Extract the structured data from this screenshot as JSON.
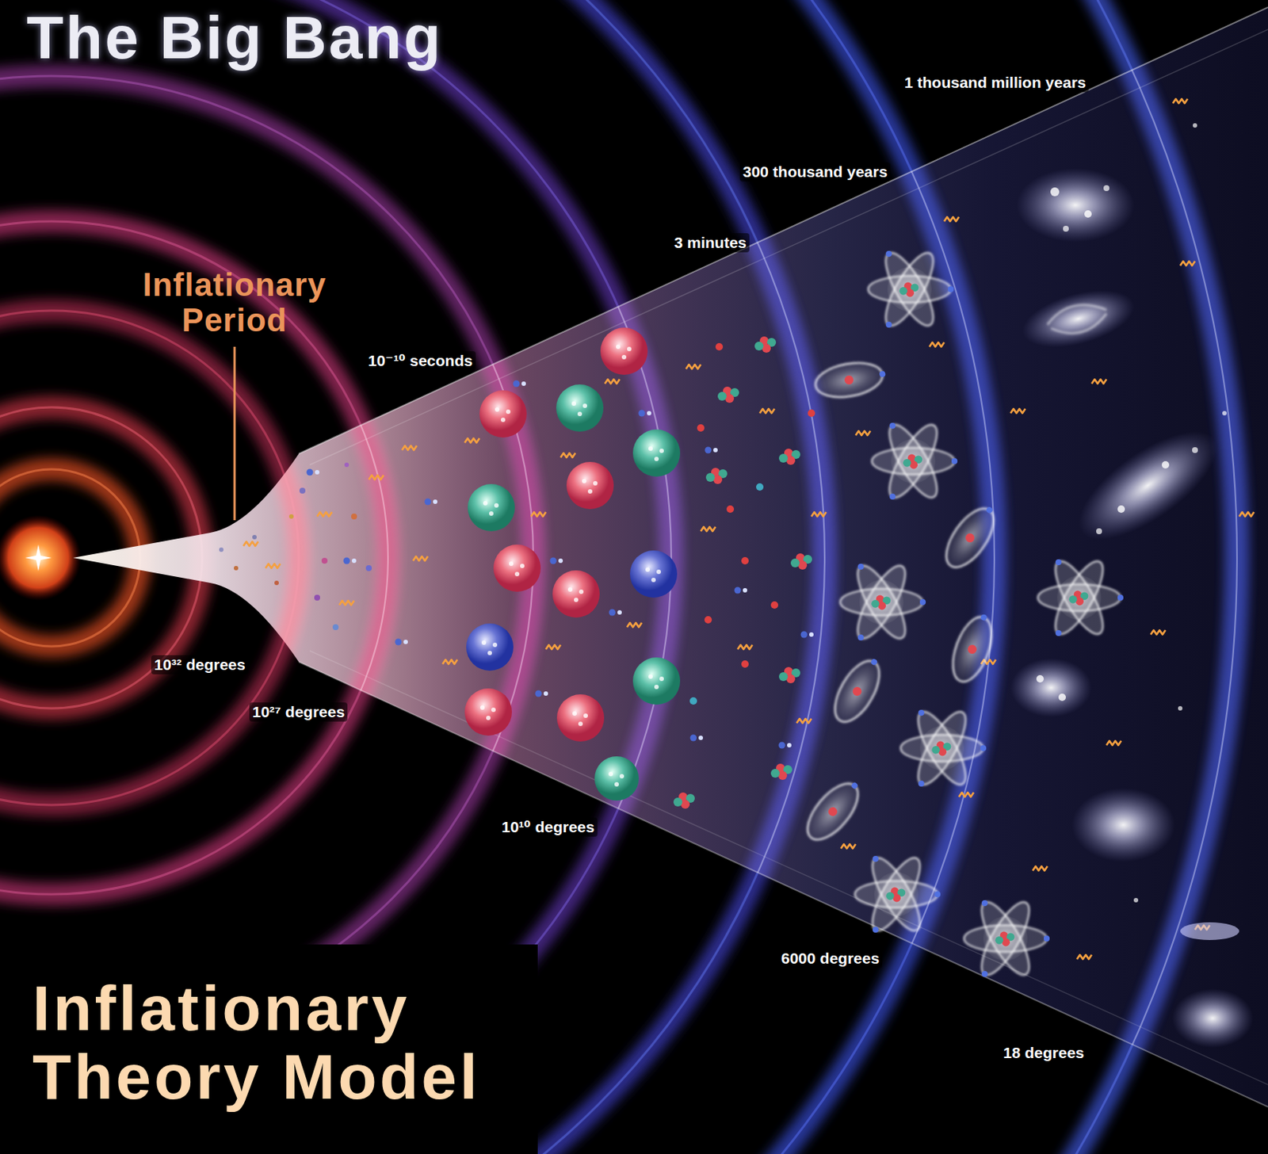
{
  "diagram": {
    "title": "The Big Bang",
    "caption": "Inflationary Theory Model",
    "labels": [
      "Inflationary Period",
      "10⁻¹⁰ seconds",
      "3 minutes",
      "300 thousand years",
      "1 thousand million years",
      "10³² degrees",
      "10²⁷ degrees",
      "10¹⁰ degrees",
      "6000 degrees",
      "18 degrees"
    ]
  }
}
